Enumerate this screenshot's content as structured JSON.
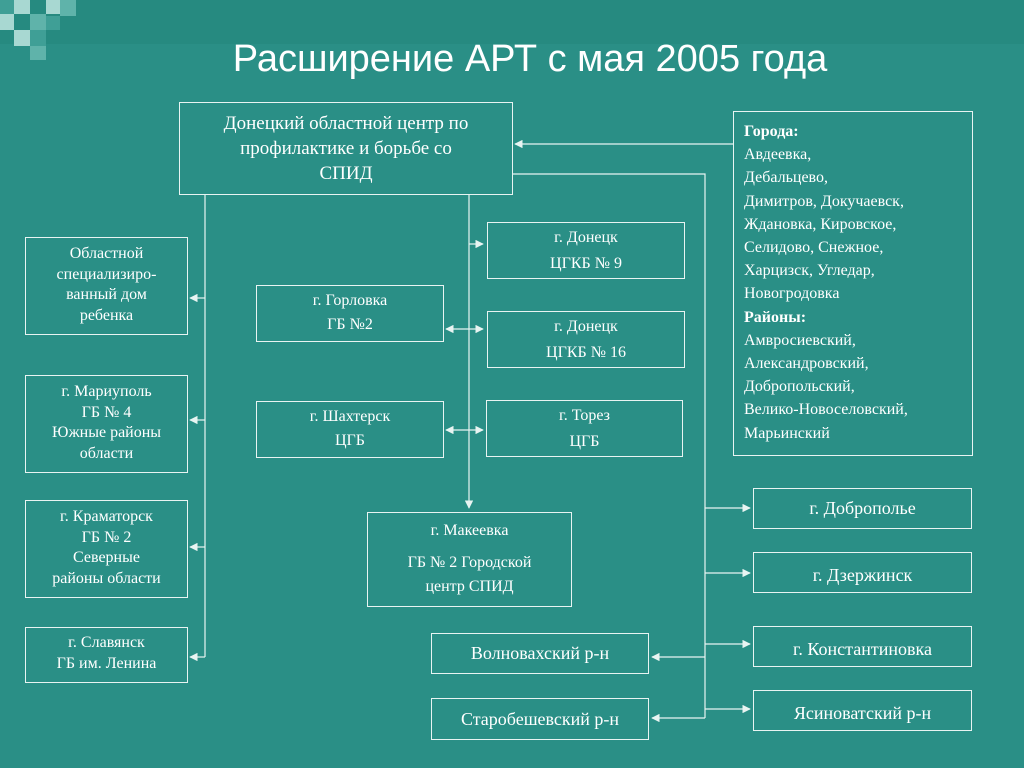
{
  "title": "Расширение АРТ с мая 2005 года",
  "colors": {
    "background": "#2a8f86",
    "band": "#268a80",
    "corner_squares": [
      "#a8d8d2",
      "#5fb3aa",
      "#3f9f96"
    ],
    "text": "#ffffff",
    "line": "#e8f4f2"
  },
  "center": {
    "lines": [
      "Донецкий областной центр по",
      "профилактике и борьбе со",
      "СПИД"
    ]
  },
  "left": [
    {
      "lines": [
        "Областной",
        "специализиро-",
        "ванный дом",
        "ребенка"
      ]
    },
    {
      "lines": [
        "г. Мариуполь",
        "ГБ № 4",
        "Южные районы",
        "области"
      ]
    },
    {
      "lines": [
        "г. Краматорск",
        "ГБ № 2",
        "Северные",
        "районы области"
      ]
    },
    {
      "lines": [
        "г. Славянск",
        "ГБ им. Ленина"
      ]
    }
  ],
  "middle": {
    "gorlovka": [
      "г. Горловка",
      "ГБ №2"
    ],
    "shakhtersk": [
      "г. Шахтерск",
      "ЦГБ"
    ],
    "donetsk9": [
      "г. Донецк",
      "ЦГКБ № 9"
    ],
    "donetsk16": [
      "г. Донецк",
      "ЦГКБ № 16"
    ],
    "torez": [
      "г. Торез",
      "ЦГБ"
    ],
    "makeevka": [
      "г. Макеевка",
      "ГБ № 2 Городской",
      "центр СПИД"
    ],
    "volnovakha": "Волновахский р-н",
    "starobeshevo": "Старобешевский р-н"
  },
  "right_list": {
    "cities_header": "Города:",
    "cities": [
      "Авдеевка,",
      "Дебальцево,",
      "Димитров, Докучаевск,",
      "Ждановка, Кировское,",
      "Селидово, Снежное,",
      "Харцизск, Угледар,",
      "Новогродовка"
    ],
    "districts_header": "Районы:",
    "districts": [
      "Амвросиевский,",
      "Александровский,",
      "Добропольский,",
      "Велико-Новоселовский,",
      "Марьинский"
    ]
  },
  "right_boxes": [
    "г. Доброполье",
    "г. Дзержинск",
    "г. Константиновка",
    "Ясиноватский р-н"
  ]
}
